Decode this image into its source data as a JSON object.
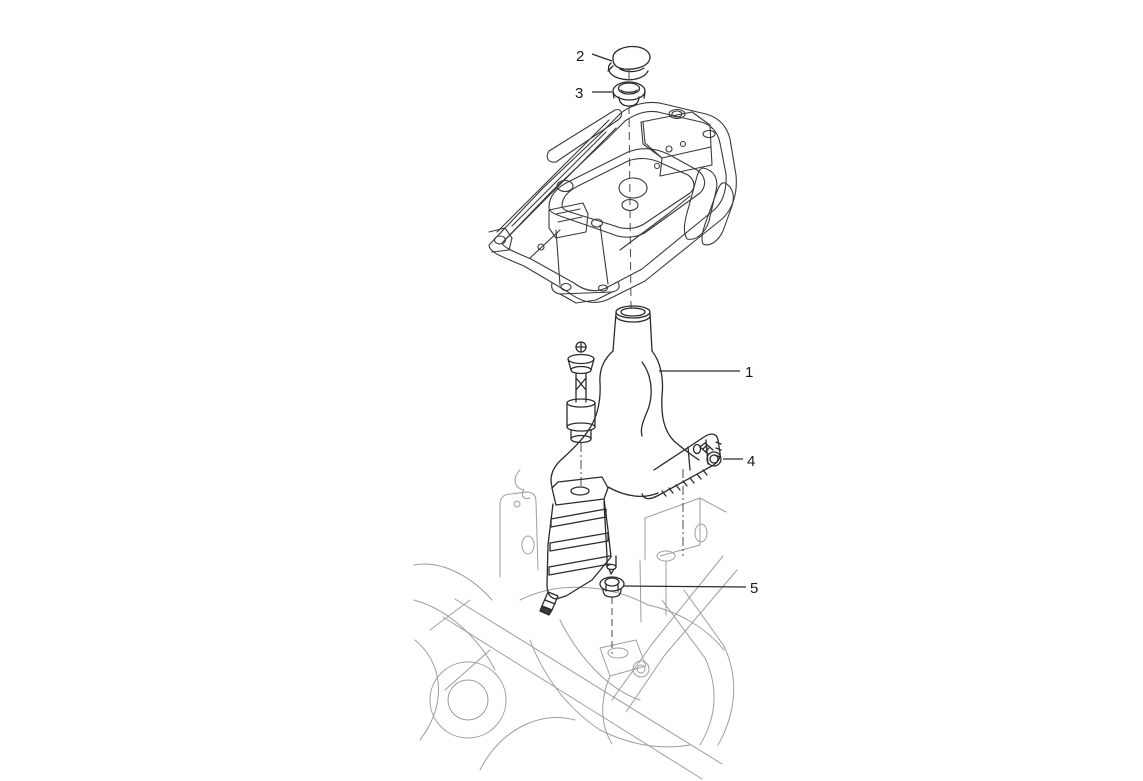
{
  "figure": {
    "kind": "exploded-parts-diagram",
    "background_color": "#ffffff",
    "primary_line_color": "#3a3a3a",
    "secondary_line_color": "#9e9e9e",
    "callout_text_color": "#1a1a1a"
  },
  "callouts": [
    {
      "label": "1",
      "part": "reservoir-tank"
    },
    {
      "label": "2",
      "part": "filler-cap"
    },
    {
      "label": "3",
      "part": "filler-neck-seal"
    },
    {
      "label": "4",
      "part": "flange-bolt"
    },
    {
      "label": "5",
      "part": "mounting-grommet"
    }
  ]
}
